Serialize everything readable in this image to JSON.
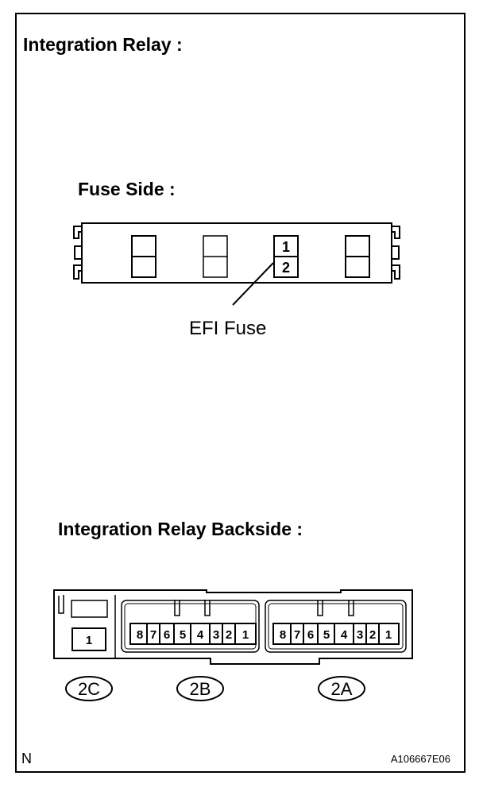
{
  "title": "Integration Relay :",
  "fuse_side": {
    "heading": "Fuse Side :",
    "efi_pin_top": "1",
    "efi_pin_bottom": "2",
    "callout": "EFI Fuse"
  },
  "backside": {
    "heading": "Integration Relay Backside :",
    "connector_2c": {
      "label": "2C",
      "pins": [
        "1"
      ]
    },
    "connector_2b": {
      "label": "2B",
      "pins": [
        "8",
        "7",
        "6",
        "5",
        "4",
        "3",
        "2",
        "1"
      ]
    },
    "connector_2a": {
      "label": "2A",
      "pins": [
        "8",
        "7",
        "6",
        "5",
        "4",
        "3",
        "2",
        "1"
      ]
    }
  },
  "footer": {
    "corner_mark": "N",
    "figure_code": "A106667E06"
  }
}
